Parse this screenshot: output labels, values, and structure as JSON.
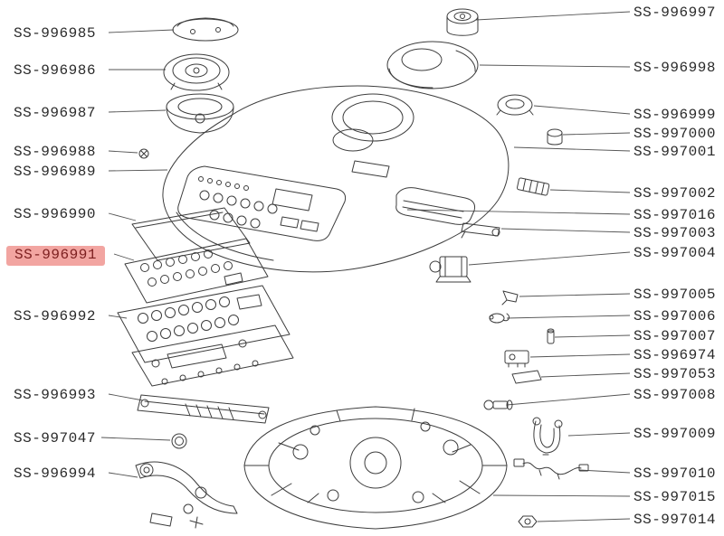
{
  "page": {
    "background": "#ffffff",
    "line_color": "#3d3d3d"
  },
  "selection": {
    "highlighted_part": "SS-996991",
    "highlight_background": "#f2a5a1",
    "highlight_text_color": "#7c1f1f"
  },
  "labels": [
    {
      "text": "SS-996985",
      "side": "left",
      "highlighted": false
    },
    {
      "text": "SS-996986",
      "side": "left",
      "highlighted": false
    },
    {
      "text": "SS-996987",
      "side": "left",
      "highlighted": false
    },
    {
      "text": "SS-996988",
      "side": "left",
      "highlighted": false
    },
    {
      "text": "SS-996989",
      "side": "left",
      "highlighted": false
    },
    {
      "text": "SS-996990",
      "side": "left",
      "highlighted": false
    },
    {
      "text": "SS-996991",
      "side": "left",
      "highlighted": true
    },
    {
      "text": "SS-996992",
      "side": "left",
      "highlighted": false
    },
    {
      "text": "SS-996993",
      "side": "left",
      "highlighted": false
    },
    {
      "text": "SS-997047",
      "side": "left",
      "highlighted": false
    },
    {
      "text": "SS-996994",
      "side": "left",
      "highlighted": false
    },
    {
      "text": "SS-996997",
      "side": "right",
      "highlighted": false
    },
    {
      "text": "SS-996998",
      "side": "right",
      "highlighted": false
    },
    {
      "text": "SS-996999",
      "side": "right",
      "highlighted": false
    },
    {
      "text": "SS-997000",
      "side": "right",
      "highlighted": false
    },
    {
      "text": "SS-997001",
      "side": "right",
      "highlighted": false
    },
    {
      "text": "SS-997002",
      "side": "right",
      "highlighted": false
    },
    {
      "text": "SS-997016",
      "side": "right",
      "highlighted": false
    },
    {
      "text": "SS-997003",
      "side": "right",
      "highlighted": false
    },
    {
      "text": "SS-997004",
      "side": "right",
      "highlighted": false
    },
    {
      "text": "SS-997005",
      "side": "right",
      "highlighted": false
    },
    {
      "text": "SS-997006",
      "side": "right",
      "highlighted": false
    },
    {
      "text": "SS-997007",
      "side": "right",
      "highlighted": false
    },
    {
      "text": "SS-996974",
      "side": "right",
      "highlighted": false
    },
    {
      "text": "SS-997053",
      "side": "right",
      "highlighted": false
    },
    {
      "text": "SS-997008",
      "side": "right",
      "highlighted": false
    },
    {
      "text": "SS-997009",
      "side": "right",
      "highlighted": false
    },
    {
      "text": "SS-997010",
      "side": "right",
      "highlighted": false
    },
    {
      "text": "SS-997015",
      "side": "right",
      "highlighted": false
    },
    {
      "text": "SS-997014",
      "side": "right",
      "highlighted": false
    }
  ]
}
